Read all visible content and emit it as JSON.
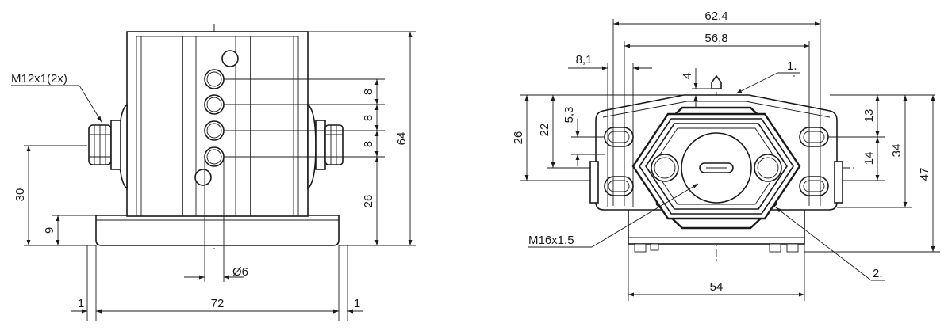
{
  "left_view": {
    "thread_label": "M12x1(2x)",
    "dim_30": "30",
    "dim_9": "9",
    "dim_8a": "8",
    "dim_8b": "8",
    "dim_8c": "8",
    "dim_26": "26",
    "dim_64": "64",
    "dim_dia6": "Ø6",
    "dim_1_left": "1",
    "dim_72": "72",
    "dim_1_right": "1"
  },
  "right_view": {
    "dim_62_4": "62,4",
    "dim_56_8": "56,8",
    "dim_8_1": "8,1",
    "dim_4": "4",
    "callout_1": "1.",
    "dim_26": "26",
    "dim_22": "22",
    "dim_5_3": "5,3",
    "dim_13": "13",
    "dim_14": "14",
    "dim_34": "34",
    "dim_47": "47",
    "thread_label": "M16x1,5",
    "dim_54": "54",
    "callout_2": "2."
  }
}
